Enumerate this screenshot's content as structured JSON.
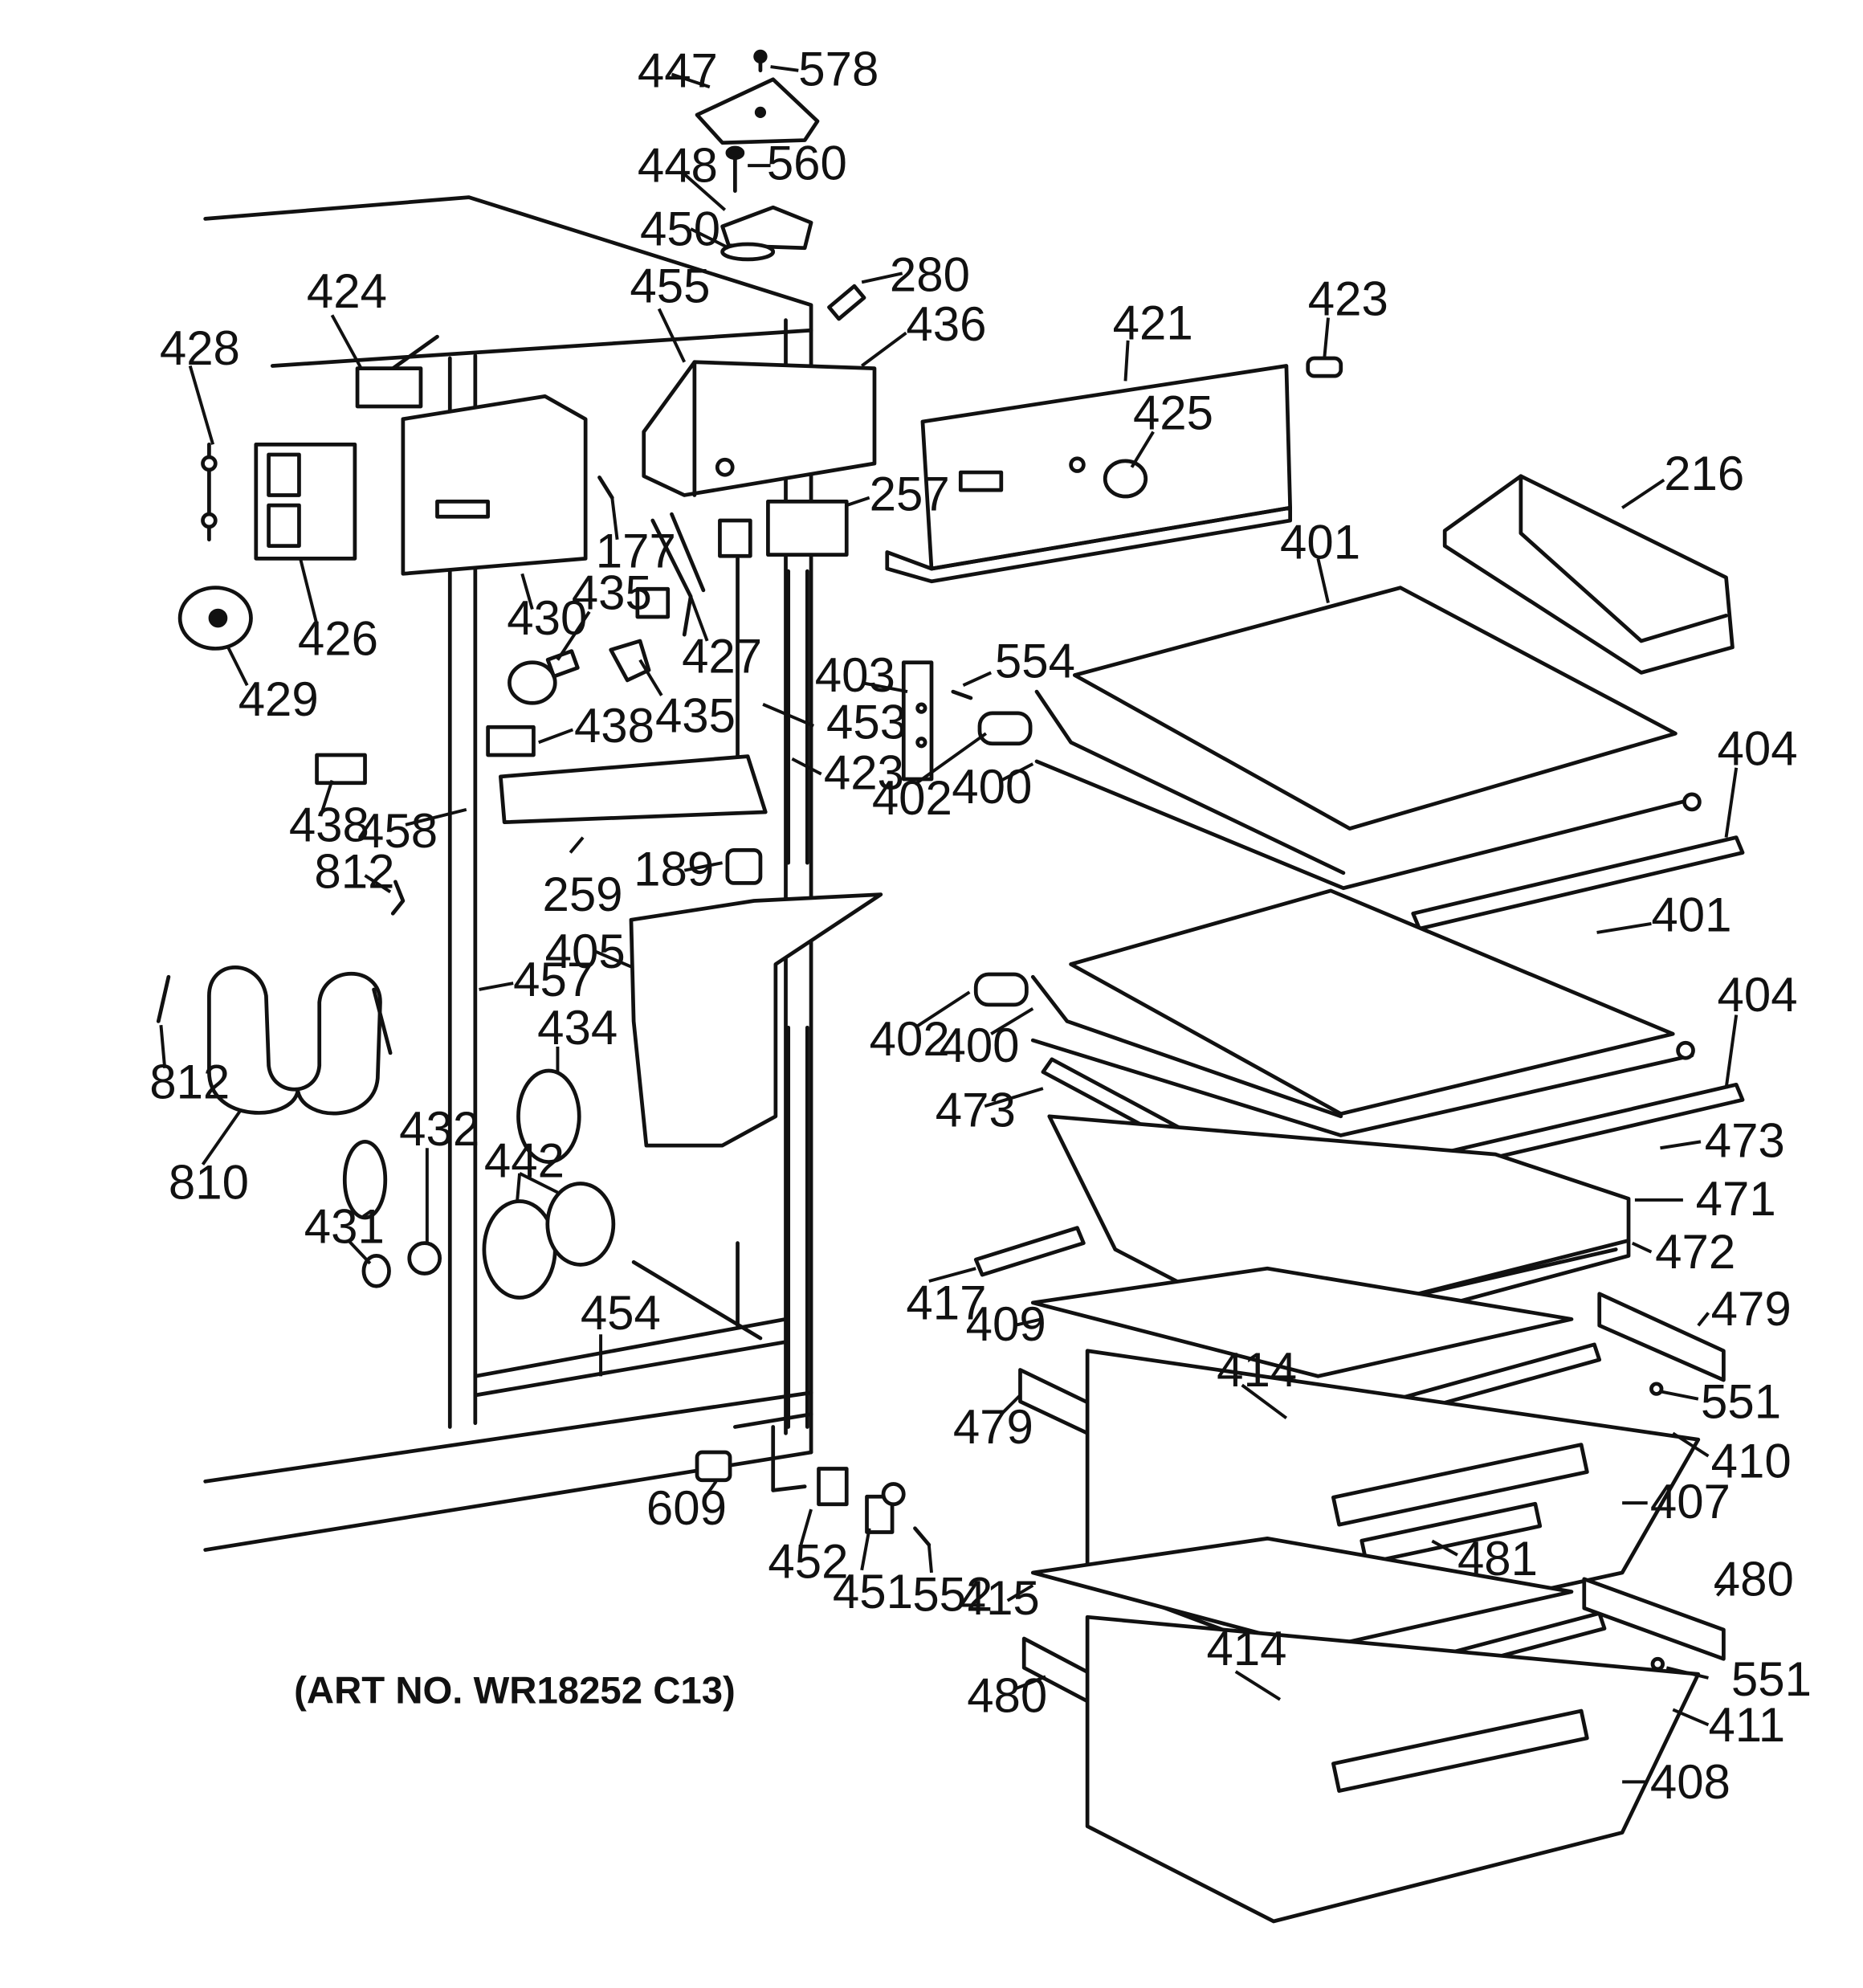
{
  "caption": "(ART NO. WR18252 C13)",
  "labels": {
    "l447": "447",
    "l578": "578",
    "l448": "448",
    "l560": "560",
    "l450": "450",
    "l280": "280",
    "l455": "455",
    "l436": "436",
    "l424": "424",
    "l428": "428",
    "l421": "421",
    "l423a": "423",
    "l425": "425",
    "l216": "216",
    "l401a": "401",
    "l257": "257",
    "l177": "177",
    "l426": "426",
    "l430": "430",
    "l435a": "435",
    "l427": "427",
    "l429": "429",
    "l435b": "435",
    "l403": "403",
    "l554": "554",
    "l453": "453",
    "l438a": "438",
    "l423b": "423",
    "l402a": "402",
    "l400a": "400",
    "l404a": "404",
    "l438b": "438",
    "l458": "458",
    "l259": "259",
    "l189": "189",
    "l812a": "812",
    "l405": "405",
    "l401b": "401",
    "l457": "457",
    "l402b": "402",
    "l400b": "400",
    "l404b": "404",
    "l434": "434",
    "l812b": "812",
    "l473a": "473",
    "l473b": "473",
    "l810": "810",
    "l432": "432",
    "l442": "442",
    "l471": "471",
    "l431": "431",
    "l472": "472",
    "l417": "417",
    "l479a": "479",
    "l409": "409",
    "l454": "454",
    "l414a": "414",
    "l551a": "551",
    "l479b": "479",
    "l410": "410",
    "l407": "407",
    "l609": "609",
    "l481": "481",
    "l452": "452",
    "l451": "451",
    "l552": "552",
    "l415": "415",
    "l480a": "480",
    "l414b": "414",
    "l551b": "551",
    "l480b": "480",
    "l411": "411",
    "l408": "408"
  }
}
